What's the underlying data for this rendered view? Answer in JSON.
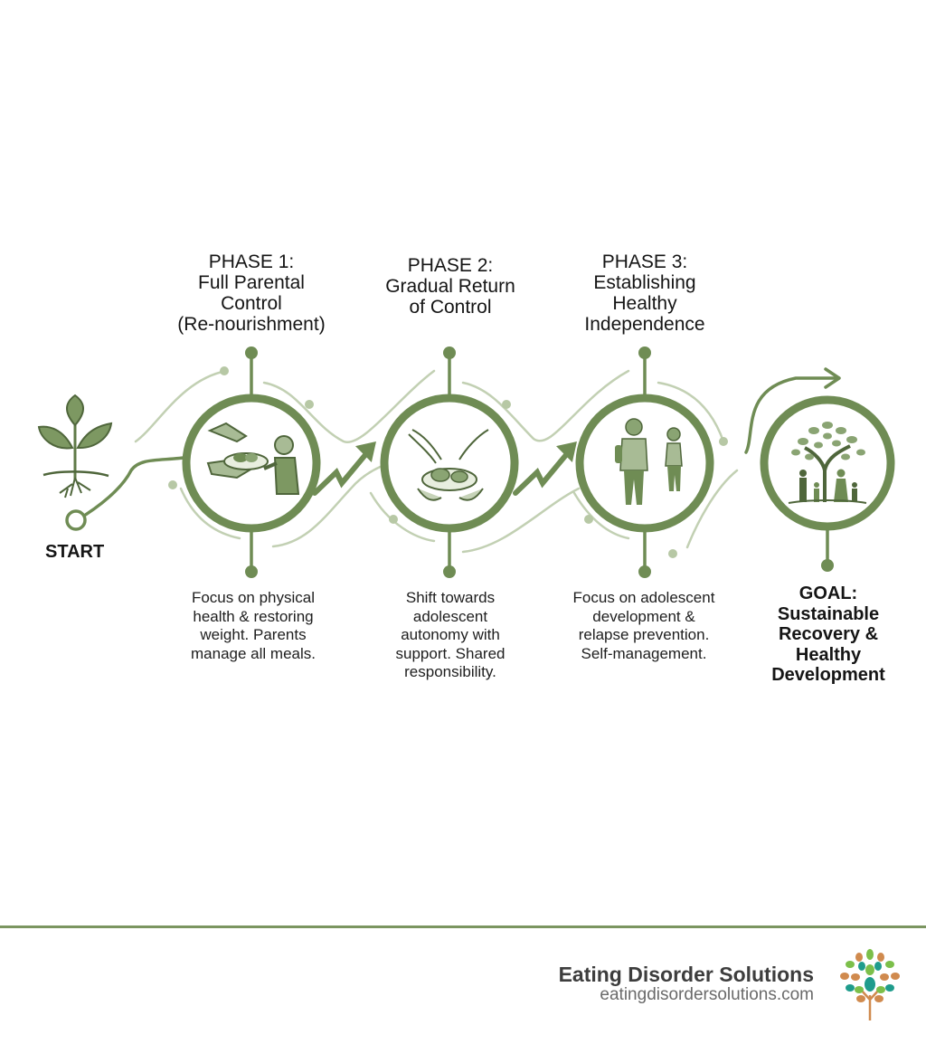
{
  "colors": {
    "primary_green": "#6f8c54",
    "light_green": "#b7c8a5",
    "text": "#151515",
    "divider": "#7b9560",
    "logo_orange": "#d08a4e",
    "logo_teal": "#1f9c8c",
    "logo_lime": "#7cbf4a"
  },
  "start": {
    "label": "START",
    "icon": "sprout-icon"
  },
  "phases": [
    {
      "title": "PHASE 1: Full Parental Control (Re-nourishment)",
      "title_lines": [
        "PHASE 1:",
        "Full Parental",
        "Control",
        "(Re-nourishment)"
      ],
      "description_lines": [
        "Focus on physical",
        "health & restoring",
        "weight. Parents",
        "manage all meals."
      ],
      "icon": "parent-feeding-child-icon"
    },
    {
      "title": "PHASE 2: Gradual Return of Control",
      "title_lines": [
        "PHASE 2:",
        "Gradual Return",
        "of Control"
      ],
      "description_lines": [
        "Shift towards",
        "adolescent",
        "autonomy with",
        "support. Shared",
        "responsibility."
      ],
      "icon": "shared-meal-hands-icon"
    },
    {
      "title": "PHASE 3: Establishing Healthy Independence",
      "title_lines": [
        "PHASE 3:",
        "Establishing",
        "Healthy",
        "Independence"
      ],
      "description_lines": [
        "Focus on adolescent",
        "development &",
        "relapse prevention.",
        "Self-management."
      ],
      "icon": "independent-teens-icon"
    }
  ],
  "goal": {
    "title_lines": [
      "GOAL:",
      "Sustainable",
      "Recovery &",
      "Healthy",
      "Development"
    ],
    "icon": "family-tree-icon"
  },
  "footer": {
    "brand_name": "Eating Disorder Solutions",
    "brand_url": "eatingdisordersolutions.com",
    "logo_icon": "tree-logo-icon"
  }
}
